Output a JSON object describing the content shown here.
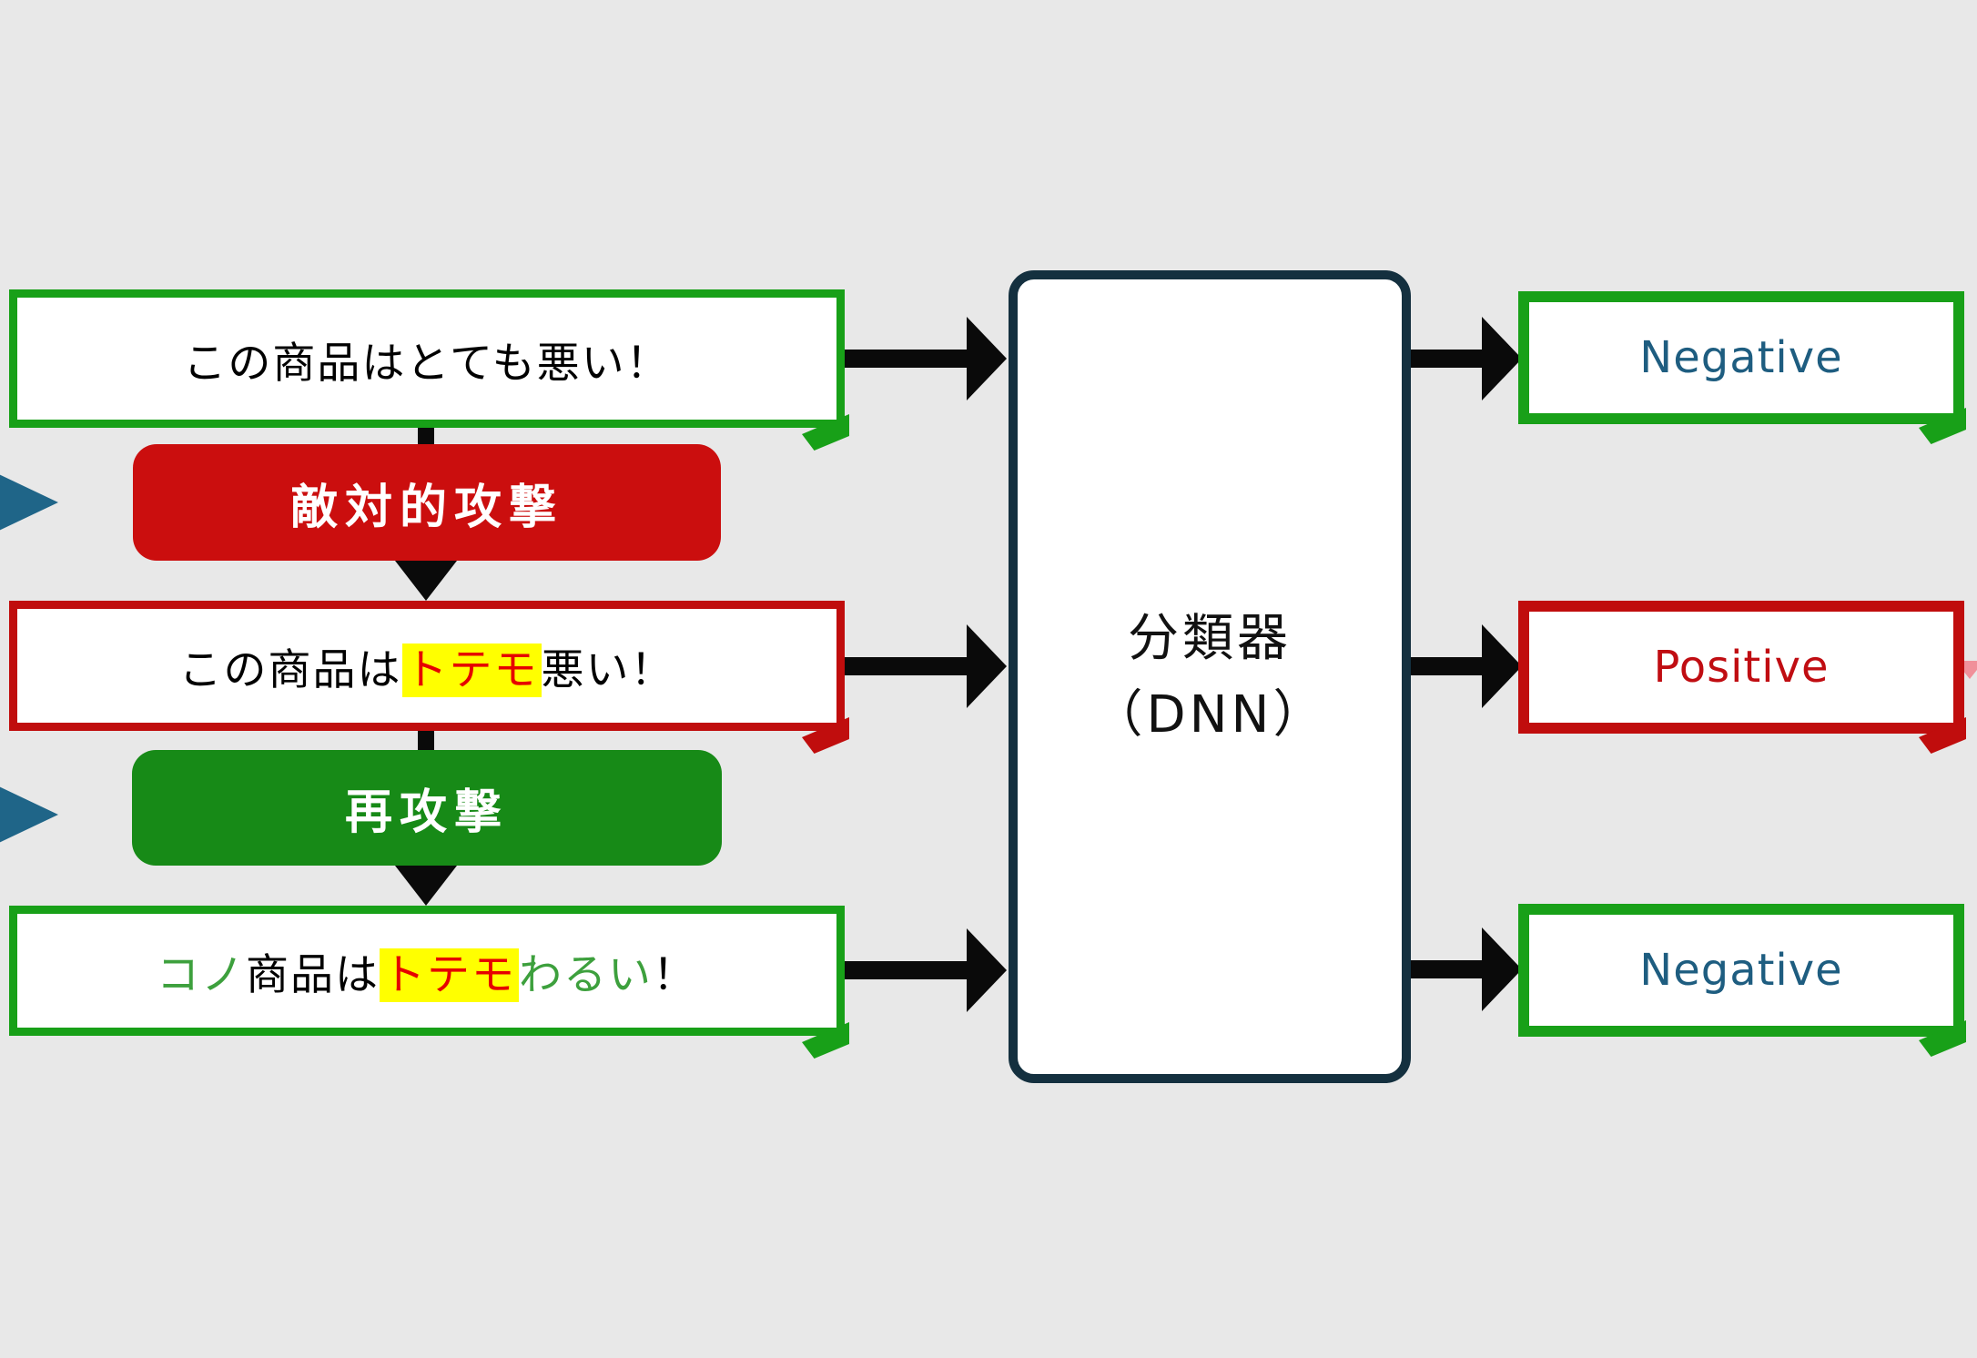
{
  "left_flow": {
    "original": {
      "text": "この商品はとても悪い！"
    },
    "attack_step": {
      "label": "敵対的攻撃"
    },
    "adversarial": {
      "prefix": "この商品は",
      "perturbed": "トテモ",
      "suffix": "悪い！"
    },
    "reattack_step": {
      "label": "再攻撃"
    },
    "readversarial": {
      "seg1": "コノ",
      "seg2": "商品は",
      "seg3": "トテモ",
      "seg4": "わるい",
      "seg5": "！"
    }
  },
  "classifier": {
    "line1": "分類器",
    "line2": "（DNN）"
  },
  "outputs": {
    "top": {
      "label": "Negative"
    },
    "middle": {
      "label": "Positive"
    },
    "bottom": {
      "label": "Negative"
    }
  },
  "colors": {
    "background": "#e8e8e8",
    "green_border": "#18a018",
    "red_border": "#c00d0d",
    "attack_fill": "#cb0e0e",
    "reattack_fill": "#178a17",
    "classifier_border": "#14303f",
    "negative_text": "#1e5d80",
    "positive_text": "#c00d12",
    "highlight_bg": "#ffff00",
    "highlight_text": "#e60000",
    "green_text": "#3da03d",
    "arrow_black": "#0a0a0a",
    "pointer_teal": "#1f6588",
    "pink_marker": "#f0909a"
  }
}
